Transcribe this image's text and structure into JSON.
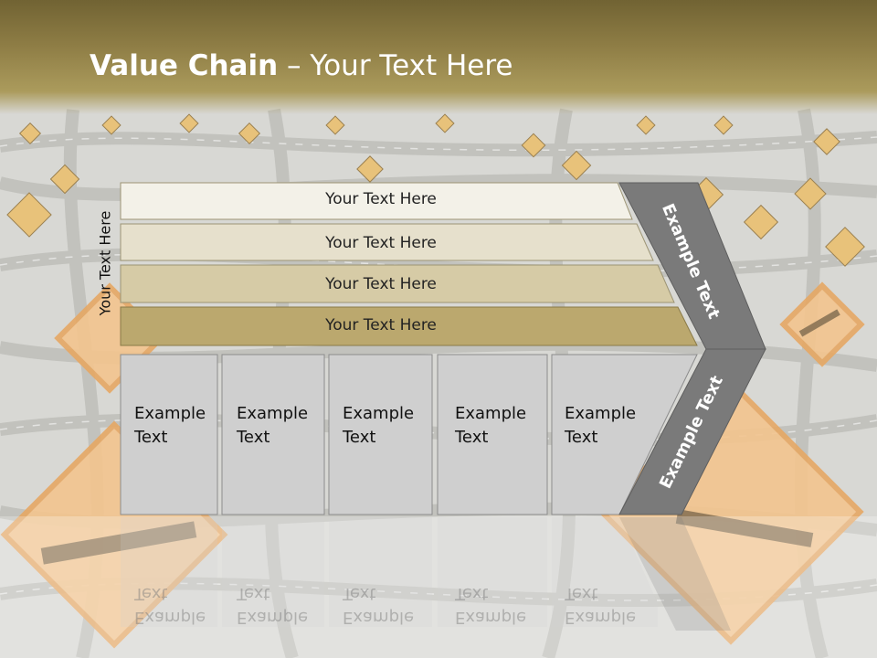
{
  "slide": {
    "title_bold": "Value Chain",
    "title_rest": " – Your Text Here",
    "side_label": "Your Text Here"
  },
  "rows": [
    {
      "label": "Your Text Here",
      "color": "#f3f1e8"
    },
    {
      "label": "Your Text Here",
      "color": "#e6e0cc"
    },
    {
      "label": "Your Text Here",
      "color": "#d6cba6"
    },
    {
      "label": "Your Text Here",
      "color": "#bba86e"
    }
  ],
  "cells": [
    {
      "line1": "Example",
      "line2": "Text"
    },
    {
      "line1": "Example",
      "line2": "Text"
    },
    {
      "line1": "Example",
      "line2": "Text"
    },
    {
      "line1": "Example",
      "line2": "Text"
    },
    {
      "line1": "Example",
      "line2": "Text"
    }
  ],
  "arrow": {
    "upper_label": "Example Text",
    "lower_label": "Example Text",
    "color": "#7a7a7a"
  },
  "colors": {
    "header_top": "#716333",
    "cell_fill": "#cfcfcf",
    "road_sign": "#f2c28a"
  }
}
